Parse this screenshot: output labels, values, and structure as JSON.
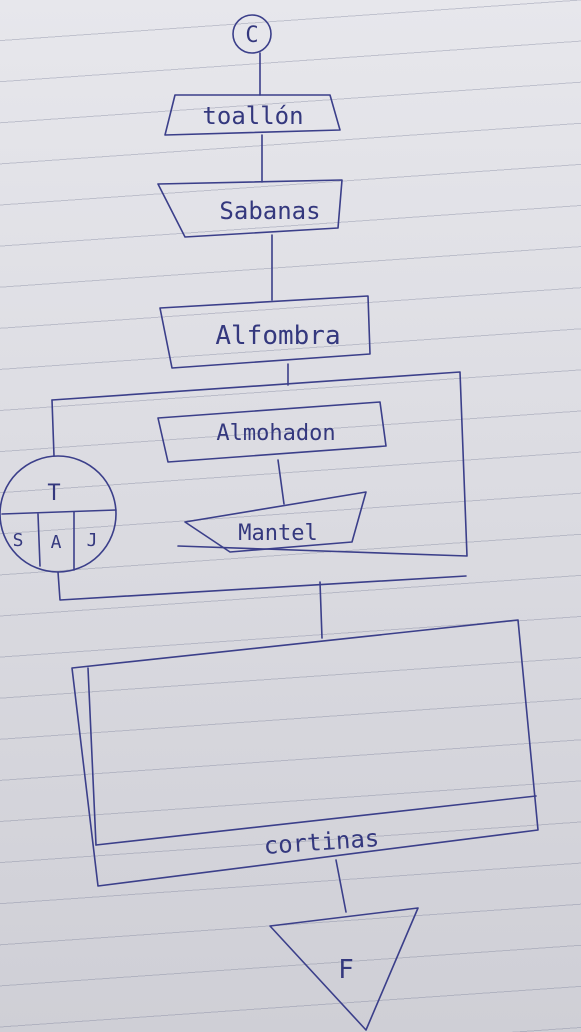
{
  "flowchart": {
    "start_symbol": "C",
    "end_symbol": "F",
    "steps": {
      "toallon": "toallón",
      "sabanas": "Sabanas",
      "alfombra": "Alfombra",
      "almohadon": "Almohadon",
      "mantel": "Mantel",
      "cortinas": "cortinas"
    },
    "loop_counter": {
      "top": "T",
      "left": "S",
      "middle": "A",
      "right": "J"
    }
  },
  "colors": {
    "ink": "#3b3f8a",
    "paper": "#e2e2e8",
    "rule_lines": "#8a8eab"
  }
}
